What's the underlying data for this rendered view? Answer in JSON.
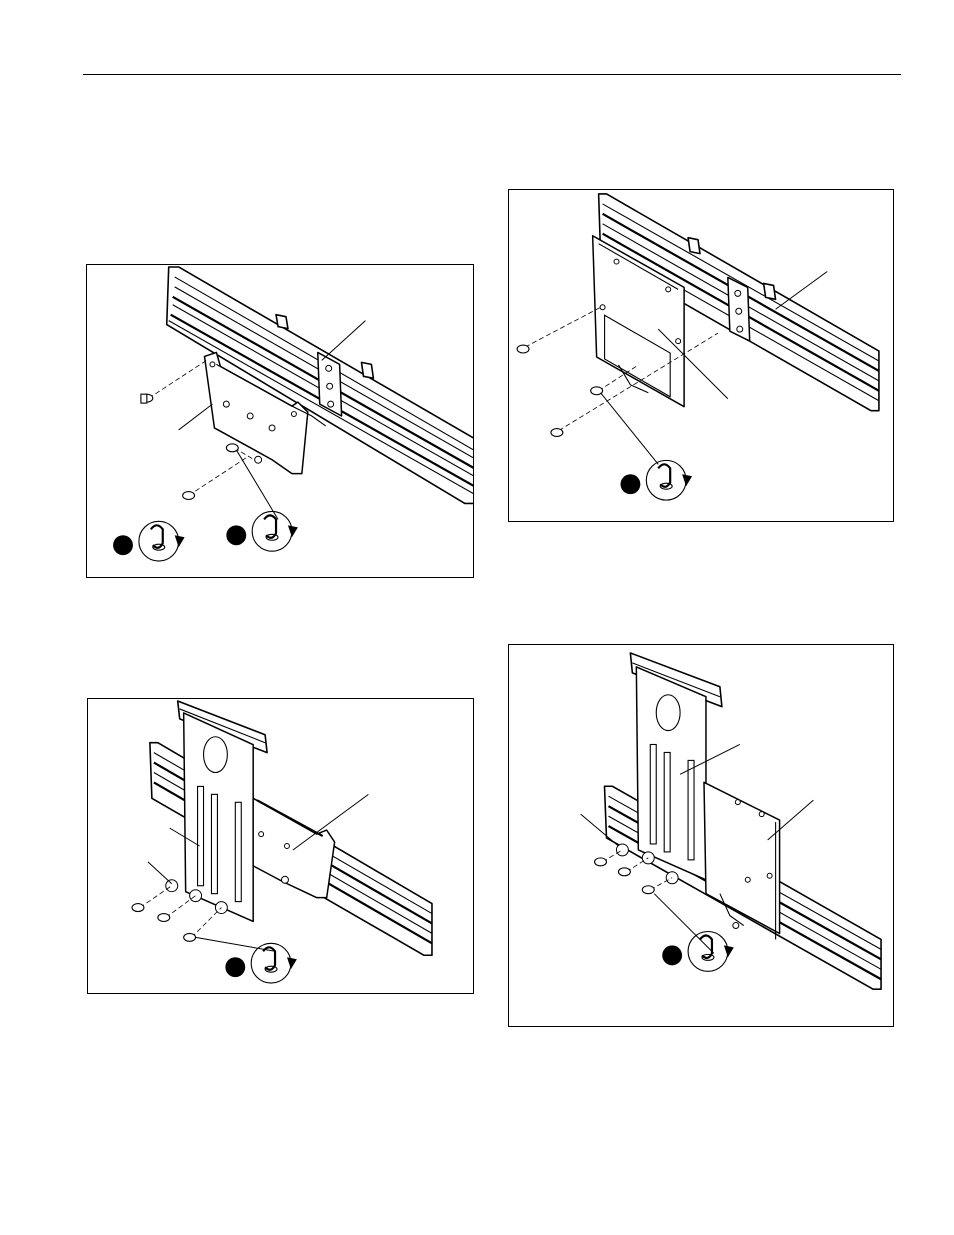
{
  "page": {
    "figures": [
      {
        "id": "fig1",
        "icons": [
          "step-marker-icon",
          "tighten-screw-icon",
          "step-marker-icon",
          "tighten-screw-icon"
        ]
      },
      {
        "id": "fig2",
        "icons": [
          "step-marker-icon",
          "tighten-screw-icon"
        ]
      },
      {
        "id": "fig3",
        "icons": [
          "step-marker-icon",
          "tighten-screw-icon"
        ]
      },
      {
        "id": "fig4",
        "icons": [
          "step-marker-icon",
          "tighten-screw-icon"
        ]
      }
    ]
  }
}
